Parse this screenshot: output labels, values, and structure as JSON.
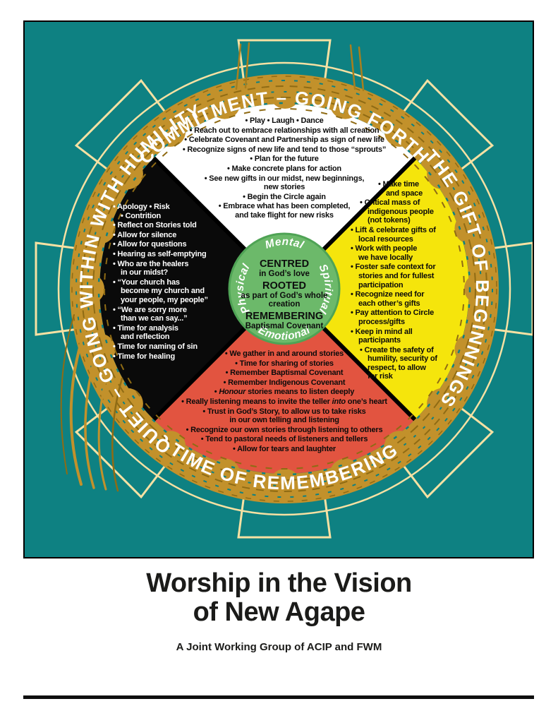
{
  "colors": {
    "teal_background": "#0E8182",
    "braid_gold": "#C2912B",
    "braid_gold_dark": "#8F6B14",
    "cream_line": "#F6E1A3",
    "quadrant_white": "#FFFFFF",
    "quadrant_black": "#0A0A0A",
    "quadrant_yellow": "#F5E50C",
    "quadrant_red": "#E25440",
    "center_green": "#6CB96A",
    "center_green_edge": "#4FA355",
    "divider_black": "#000000"
  },
  "wheel": {
    "ring_labels": {
      "top": "COMMITMENT – GOING FORTH",
      "right": "THE GIFT OF BEGINNINGS",
      "bottom": "TIME OF REMEMBERING",
      "left": "QUIET – GOING WITHIN WITH HUMILITY"
    },
    "axes": {
      "top": "Mental",
      "right": "Spiritual",
      "bottom": "Emotional",
      "left": "Physical"
    },
    "center": {
      "lines": [
        {
          "strong": "CENTRED",
          "rest": "in God’s love"
        },
        {
          "strong": "ROOTED",
          "rest": "as part of God’s whole creation"
        },
        {
          "strong": "REMEMBERING",
          "rest": "Baptismal Covenant"
        }
      ]
    },
    "quadrants": {
      "north": {
        "color": "#FFFFFF",
        "items": [
          {
            "t": "Play • Laugh • Dance"
          },
          {
            "t": "Reach out to embrace relationships with all creation"
          },
          {
            "t": "Celebrate Covenant and Partnership as sign of new life"
          },
          {
            "t": "Recognize signs of new life and tend to those “sprouts”"
          },
          {
            "t": "Plan for the future"
          },
          {
            "t": "Make concrete plans for action"
          },
          {
            "t": "See new gifts in our midst, new beginnings,\nnew stories"
          },
          {
            "t": "Begin the Circle again"
          },
          {
            "t": "Embrace what has been completed,\nand take flight for new risks"
          }
        ]
      },
      "west": {
        "color": "#0A0A0A",
        "items": [
          {
            "t": "Apology • Risk\n• Contrition"
          },
          {
            "t": "Reflect on Stories told"
          },
          {
            "t": "Allow for silence"
          },
          {
            "t": "Allow for questions"
          },
          {
            "t": "Hearing as self-emptying"
          },
          {
            "t": "Who are the healers\nin our midst?"
          },
          {
            "t": "“Your church has\nbecome my church and\nyour people, my people”"
          },
          {
            "t": "“We are sorry more\nthan we can say...”"
          },
          {
            "t": "Time for analysis\nand reflection"
          },
          {
            "t": "Time for naming of sin"
          },
          {
            "t": "Time for healing"
          }
        ]
      },
      "east": {
        "color": "#F5E50C",
        "items": [
          {
            "t": "Make time\nand space",
            "indent": 3
          },
          {
            "t": "Critical mass of\nindigenous people\n(not tokens)",
            "indent": 1
          },
          {
            "t": "Lift & celebrate gifts of\nlocal resources"
          },
          {
            "t": "Work with people\nwe have locally"
          },
          {
            "t": "Foster safe context for\nstories and for fullest\nparticipation"
          },
          {
            "t": "Recognize need for\neach other’s gifts"
          },
          {
            "t": "Pay attention to Circle\nprocess/gifts"
          },
          {
            "t": "Keep in mind all\nparticipants"
          },
          {
            "t": "Create the safety of\nhumility, security of\nrespect, to allow\nfor risk",
            "indent": 1
          }
        ]
      },
      "south": {
        "color": "#E25440",
        "items": [
          {
            "t": "We gather in and around stories"
          },
          {
            "t": "Time for sharing of stories"
          },
          {
            "t": "Remember Baptismal Covenant"
          },
          {
            "t": "Remember Indigenous Covenant"
          },
          {
            "t": "*Honour* stories means to listen deeply"
          },
          {
            "t": "Really listening means to invite the teller *into* one’s heart"
          },
          {
            "t": "Trust in God’s Story, to allow us to take risks\nin our own telling and listening"
          },
          {
            "t": "Recognize our own stories through listening to others"
          },
          {
            "t": "Tend to pastoral needs of listeners and tellers"
          },
          {
            "t": "Allow for tears and laughter"
          }
        ]
      }
    }
  },
  "footer": {
    "title_line1": "Worship in the Vision",
    "title_line2": "of New Agape",
    "subtitle": "A Joint Working Group of ACIP and FWM"
  }
}
